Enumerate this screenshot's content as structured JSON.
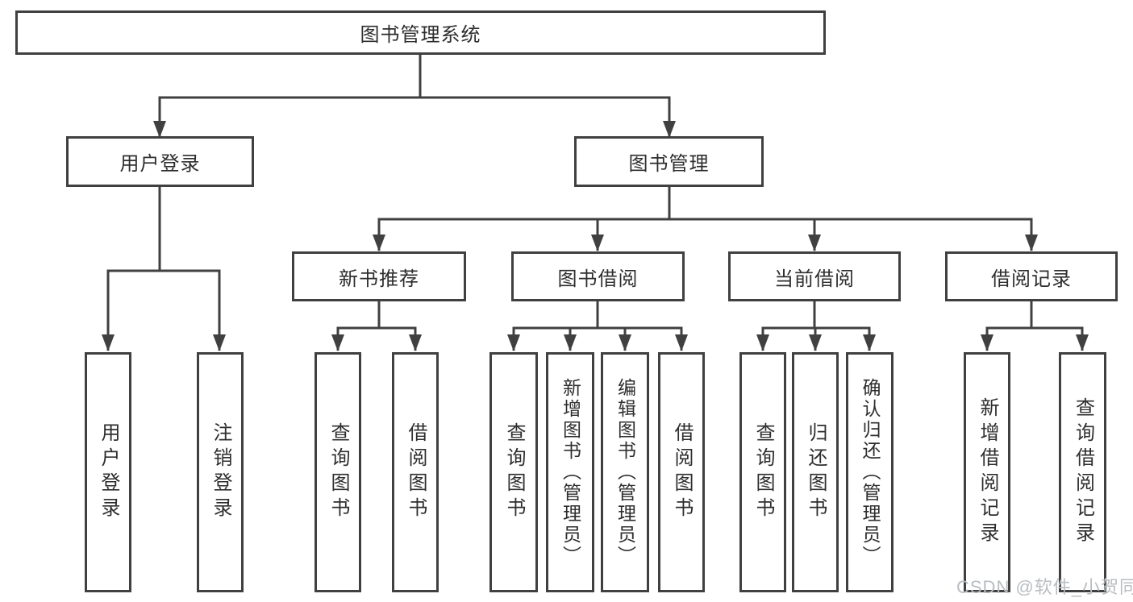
{
  "nodes": {
    "root": "图书管理系统",
    "l2": [
      "用户登录",
      "图书管理"
    ],
    "l3": [
      "新书推荐",
      "图书借阅",
      "当前借阅",
      "借阅记录"
    ],
    "l4": [
      "用户登录",
      "注销登录",
      "查询图书",
      "借阅图书",
      "查询图书",
      "新增图书（管理员）",
      "编辑图书（管理员）",
      "借阅图书",
      "查询图书",
      "归还图书",
      "确认归还（管理员）",
      "新增借阅记录",
      "查询借阅记录"
    ]
  },
  "watermark": "CSDN @软件_小贺同学",
  "colors": {
    "line": "#404040",
    "text": "#2e2e2e",
    "watermark": "#b9bdc1"
  }
}
